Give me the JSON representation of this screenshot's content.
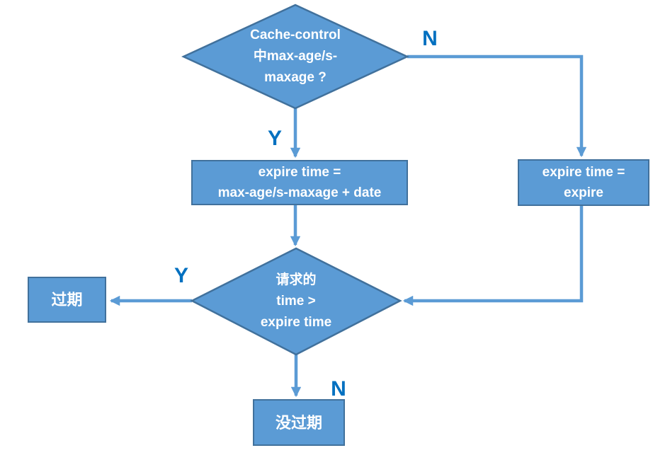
{
  "colors": {
    "shape-fill": "#5B9BD5",
    "shape-border": "#41719C",
    "connector": "#5B9BD5",
    "branch-label": "#0070C0",
    "node-text": "#FFFFFF",
    "background": "#FFFFFF"
  },
  "flowchart": {
    "nodes": {
      "decision_cache": {
        "shape": "diamond",
        "lines": [
          "Cache-control",
          "中max-age/s-",
          "maxage ?"
        ]
      },
      "process_maxage": {
        "shape": "rect",
        "lines": [
          "expire time =",
          "max-age/s-maxage + date"
        ]
      },
      "process_expire": {
        "shape": "rect",
        "lines": [
          "expire time =",
          "expire"
        ]
      },
      "decision_time": {
        "shape": "diamond",
        "lines": [
          "请求的",
          "time >",
          "expire time"
        ]
      },
      "result_expired": {
        "shape": "rect",
        "lines": [
          "过期"
        ]
      },
      "result_not_expired": {
        "shape": "rect",
        "lines": [
          "没过期"
        ]
      }
    },
    "branch_labels": {
      "decision_cache_yes": "Y",
      "decision_cache_no": "N",
      "decision_time_yes": "Y",
      "decision_time_no": "N"
    },
    "edges": [
      {
        "from": "decision_cache",
        "to": "process_maxage",
        "label": "Y"
      },
      {
        "from": "decision_cache",
        "to": "process_expire",
        "label": "N"
      },
      {
        "from": "process_maxage",
        "to": "decision_time",
        "label": ""
      },
      {
        "from": "process_expire",
        "to": "decision_time",
        "label": ""
      },
      {
        "from": "decision_time",
        "to": "result_expired",
        "label": "Y"
      },
      {
        "from": "decision_time",
        "to": "result_not_expired",
        "label": "N"
      }
    ]
  }
}
